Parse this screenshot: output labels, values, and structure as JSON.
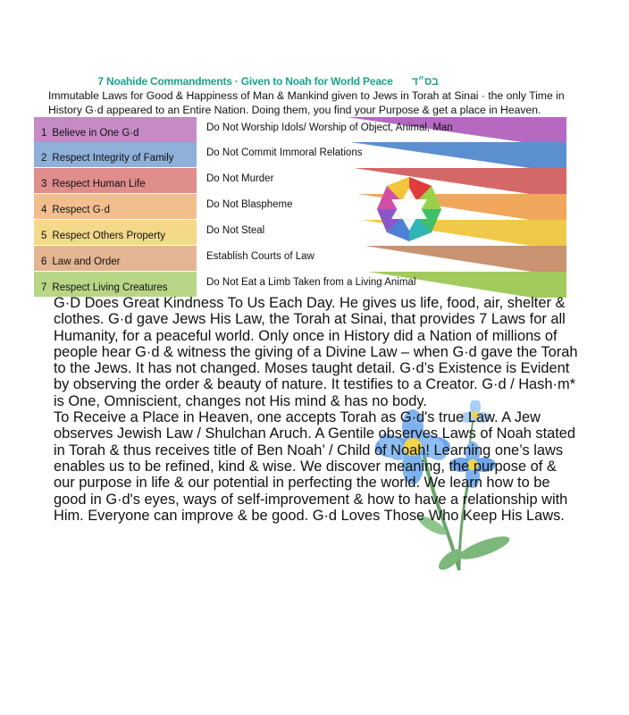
{
  "header": {
    "title": "7 Noahide Commandments · Given to Noah for World Peace",
    "hebrew": "בס״ד",
    "subtitle": "Immutable Laws for Good & Happiness of Man & Mankind given to Jews in Torah at Sinai · the only Time in History G·d appeared to an  Entire Nation. Doing them, you find your Purpose & get a place in Heaven."
  },
  "commandments": [
    {
      "num": "1",
      "label": "Believe in One G·d",
      "law": "Do Not Worship Idols/ Worship of Object, Animal, Man",
      "color": "#c58bc5",
      "wedge": "#b569c1"
    },
    {
      "num": "2",
      "label": "Respect Integrity of Family",
      "law": "Do Not Commit Immoral Relations",
      "color": "#8fb0d9",
      "wedge": "#5b8fd0"
    },
    {
      "num": "3",
      "label": "Respect Human Life",
      "law": "Do Not Murder",
      "color": "#df8d8d",
      "wedge": "#d46868"
    },
    {
      "num": "4",
      "label": "Respect G·d",
      "law": "Do Not Blaspheme",
      "color": "#f2be8e",
      "wedge": "#f0a75c"
    },
    {
      "num": "5",
      "label": "Respect Others Property",
      "law": "Do Not Steal",
      "color": "#f3d989",
      "wedge": "#f1c94a"
    },
    {
      "num": "6",
      "label": "Law and Order",
      "law": "Establish Courts of Law",
      "color": "#e4b592",
      "wedge": "#c99270"
    },
    {
      "num": "7",
      "label": "Respect Living Creatures",
      "law": "Do Not Eat a Limb Taken from a Living Animal",
      "color": "#b7d686",
      "wedge": "#a2ca5c"
    }
  ],
  "body": {
    "para1": "G·D Does Great Kindness To Us Each Day. He gives us life, food, air, shelter & clothes. G·d gave Jews His Law, the Torah at Sinai, that provides 7 Laws for all Humanity, for a peaceful world. Only once in History did a Nation of millions of people hear G·d & witness the giving of a Divine Law – when G·d gave the Torah to the Jews. It has not changed. Moses taught detail. G·d’s Existence is Evident by observing the order & beauty of nature. It testifies to a Creator.  G·d / Hash·m* is One, Omniscient, changes not His mind & has no body.",
    "para2": "To Receive a Place in Heaven, one accepts Torah as G·d's true Law. A Jew observes Jewish Law / Shulchan Aruch. A Gentile observes Laws of Noah stated in Torah & thus receives title of Ben Noah’ / Child of Noah! Learning one’s laws enables us to be refined, kind & wise. We discover meaning, the purpose of & our purpose in life & our potential in perfecting the world. We learn how to be good in G·d's eyes, ways of self-improvement & how to have a relationship with Him. Everyone can improve & be good. G·d Loves Those Who Keep His Laws."
  },
  "icons": [
    "star-of-david-icon",
    "flower-icon"
  ]
}
